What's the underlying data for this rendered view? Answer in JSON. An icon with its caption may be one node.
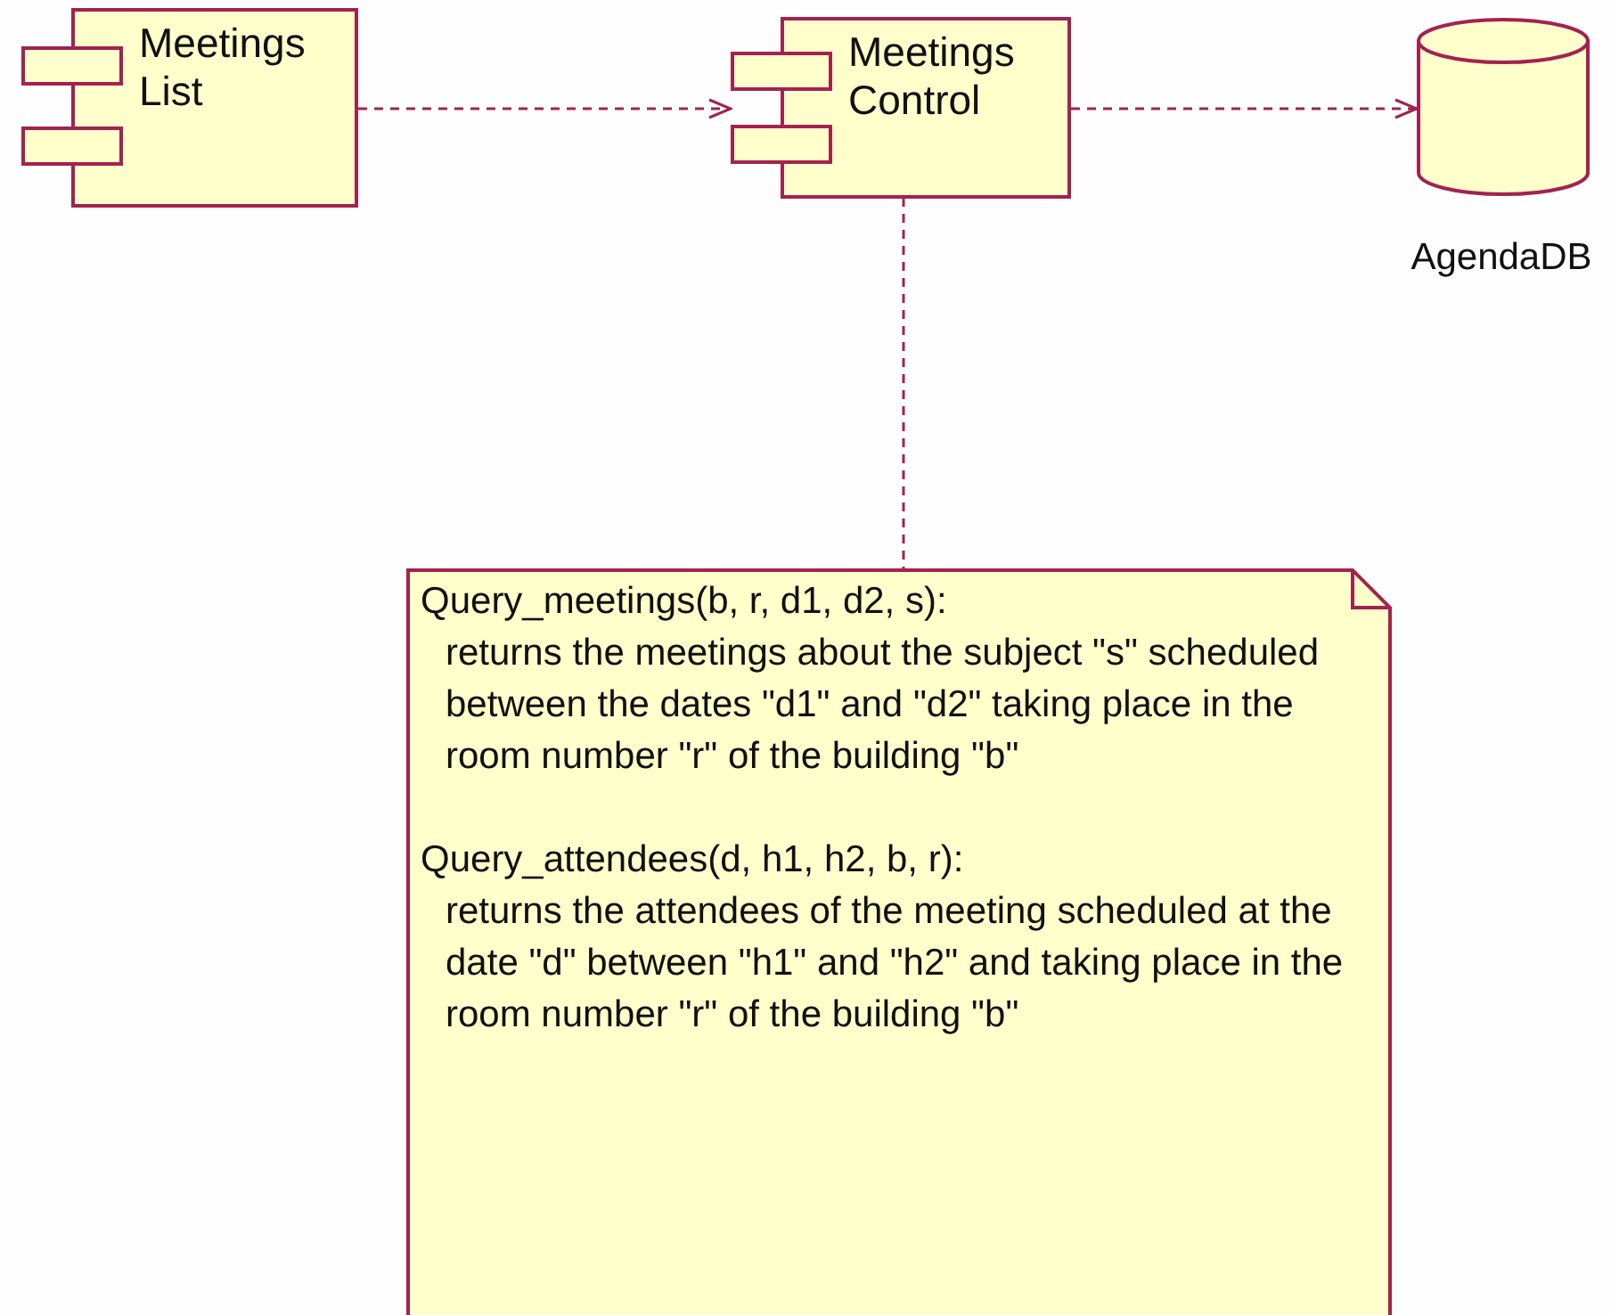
{
  "diagram": {
    "nodes": [
      {
        "text": [
          "Meetings List"
        ]
      },
      {
        "text": [
          "Meetings Control"
        ]
      },
      {
        "text": [
          "AgendaDB"
        ]
      },
      {
        "text": [
          "Query_meetings(b, r, d1, d2, s):",
          "returns the meetings about the subject \"s\" scheduled between the dates \"d1\" and \"d2\" taking place in the room number \"r\" of the building \"b\"",
          "Query_attendees(d, h1, h2, b, r):",
          "returns the attendees of the meeting scheduled at the date \"d\" between \"h1\" and \"h2\" and taking place in the room number \"r\" of the building \"b\""
        ]
      }
    ],
    "edges": [
      {
        "from": 0,
        "to": 1,
        "arrow": "to",
        "style": "dashed"
      },
      {
        "from": 1,
        "to": 2,
        "arrow": "to",
        "style": "dashed"
      },
      {
        "from": 1,
        "to": 3,
        "arrow": "none",
        "style": "dashed"
      }
    ]
  }
}
